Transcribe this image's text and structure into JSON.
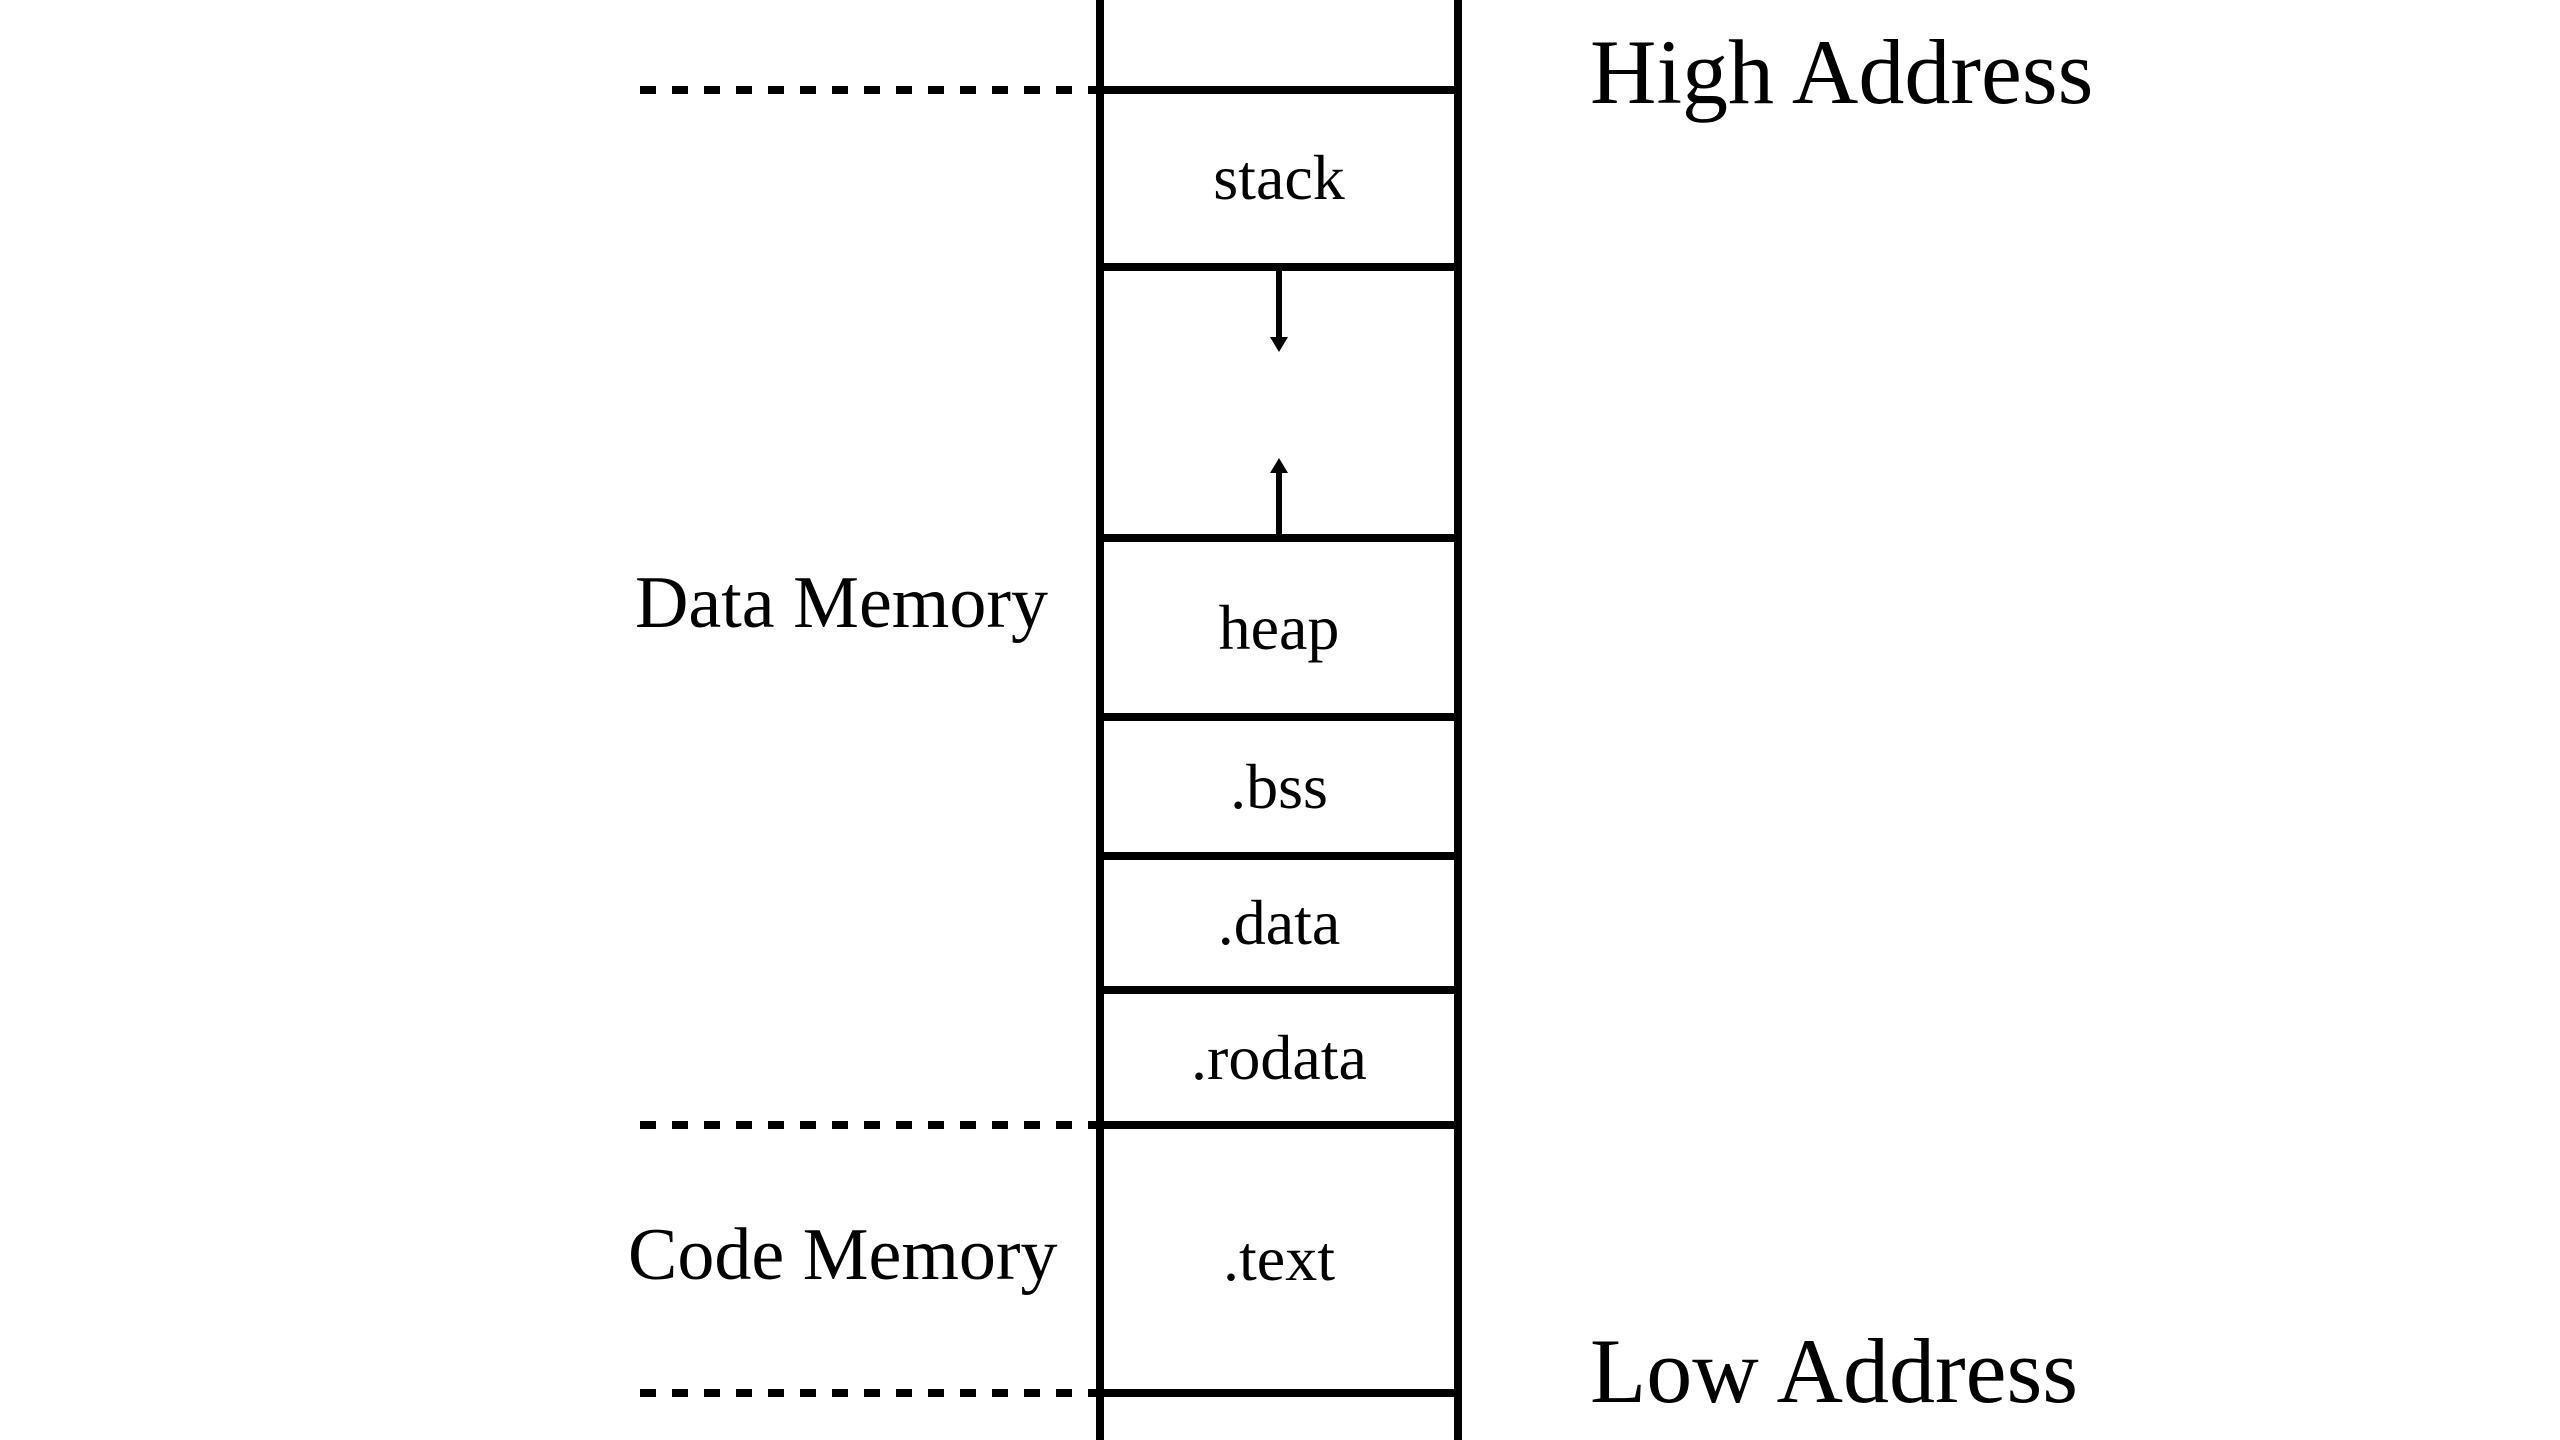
{
  "diagram": {
    "background_color": "#ffffff",
    "stroke_color": "#000000",
    "memory_column": {
      "sections": [
        {
          "id": "stack",
          "label": "stack"
        },
        {
          "id": "growth-gap",
          "label": "",
          "arrows": [
            "stack-grows-down",
            "heap-grows-up"
          ]
        },
        {
          "id": "heap",
          "label": "heap"
        },
        {
          "id": "bss",
          "label": ".bss"
        },
        {
          "id": "data",
          "label": ".data"
        },
        {
          "id": "rodata",
          "label": ".rodata"
        },
        {
          "id": "text",
          "label": ".text"
        }
      ]
    },
    "region_labels": [
      {
        "id": "data-memory",
        "label": "Data Memory"
      },
      {
        "id": "code-memory",
        "label": "Code Memory"
      }
    ],
    "address_labels": {
      "high": "High Address",
      "low": "Low Address"
    }
  }
}
